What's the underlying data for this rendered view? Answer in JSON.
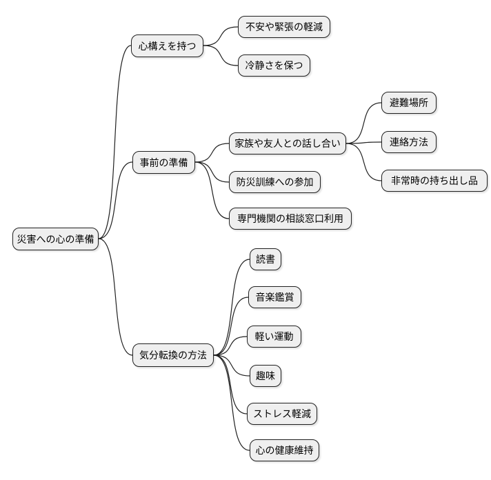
{
  "colors": {
    "background": "#ffffff",
    "node_fill": "#efefef",
    "node_border": "#1f1f1f",
    "edge": "#1f1f1f"
  },
  "mindmap": {
    "label": "災害への心の準備",
    "children": [
      {
        "label": "心構えを持つ",
        "children": [
          {
            "label": "不安や緊張の軽減"
          },
          {
            "label": "冷静さを保つ"
          }
        ]
      },
      {
        "label": "事前の準備",
        "children": [
          {
            "label": "家族や友人との話し合い",
            "children": [
              {
                "label": "避難場所"
              },
              {
                "label": "連絡方法"
              },
              {
                "label": "非常時の持ち出し品"
              }
            ]
          },
          {
            "label": "防災訓練への参加"
          },
          {
            "label": "専門機関の相談窓口利用"
          }
        ]
      },
      {
        "label": "気分転換の方法",
        "children": [
          {
            "label": "読書"
          },
          {
            "label": "音楽鑑賞"
          },
          {
            "label": "軽い運動"
          },
          {
            "label": "趣味"
          },
          {
            "label": "ストレス軽減"
          },
          {
            "label": "心の健康維持"
          }
        ]
      }
    ]
  }
}
